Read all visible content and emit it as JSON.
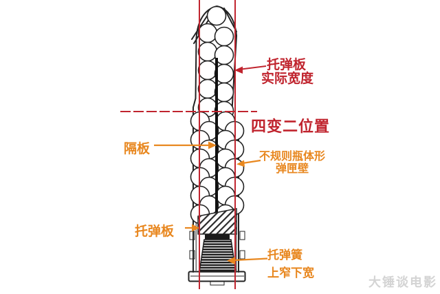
{
  "colors": {
    "construction_red": "#c0242e",
    "annotation_orange": "#e8871f",
    "line_black": "#222222",
    "watermark_gray": "#d4d4d4",
    "background": "#ffffff"
  },
  "labels": {
    "follower_width": {
      "line1": "托弹板",
      "line2": "实际宽度"
    },
    "four_to_two": "四变二位置",
    "divider": "隔板",
    "magazine_wall": {
      "line1": "不规则瓶体形",
      "line2": "弹匣壁"
    },
    "follower": "托弹板",
    "spring": {
      "line1": "托弹簧",
      "line2": "上窄下宽"
    }
  },
  "watermark": "大锤谈电影"
}
